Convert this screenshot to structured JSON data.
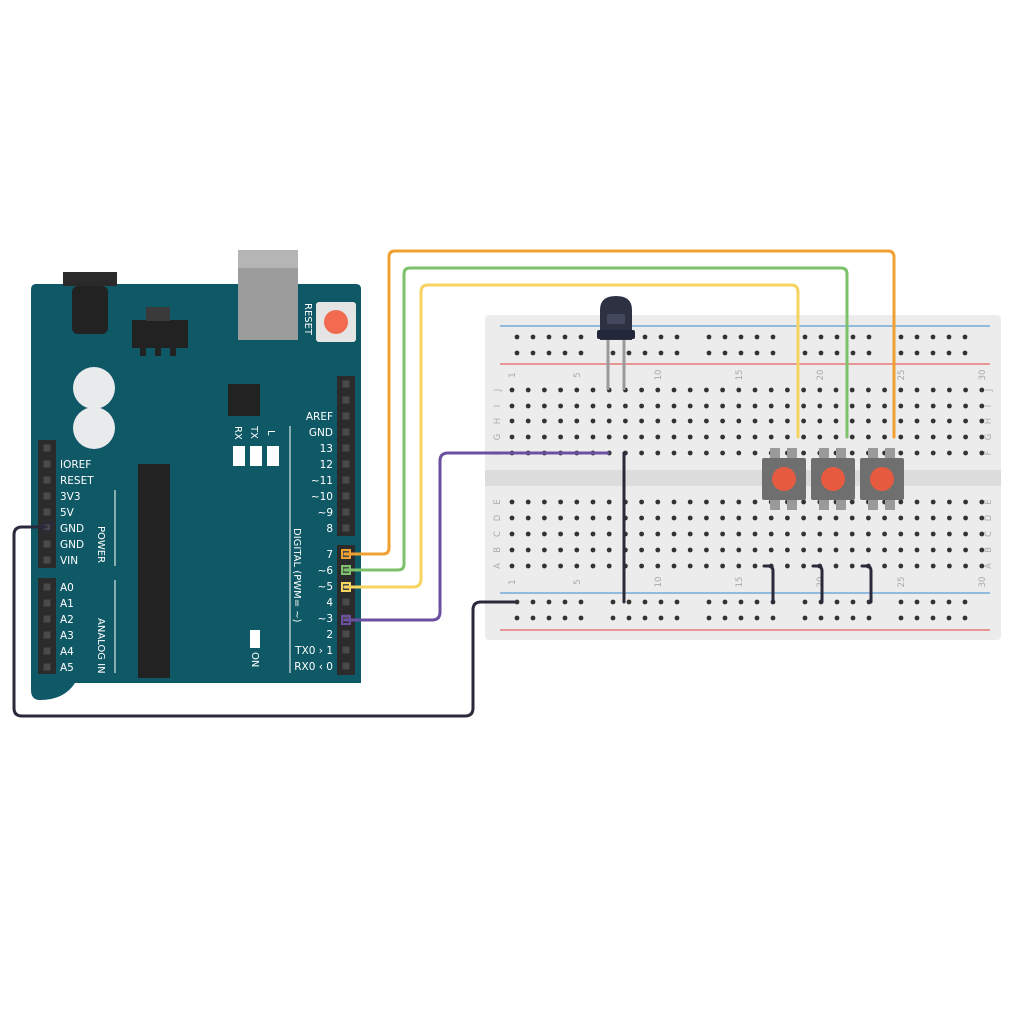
{
  "arduino": {
    "reset_label": "RESET",
    "led_labels": [
      "RX",
      "TX",
      "L"
    ],
    "on_label": "ON",
    "power_title": "POWER",
    "analog_title": "ANALOG IN",
    "digital_title": "DIGITAL (PWM= ~)",
    "power_pins": [
      "IOREF",
      "RESET",
      "3V3",
      "5V",
      "GND",
      "GND",
      "VIN"
    ],
    "analog_pins": [
      "A0",
      "A1",
      "A2",
      "A3",
      "A4",
      "A5"
    ],
    "digital_pins_top": [
      "AREF",
      "GND",
      "13",
      "12",
      "~11",
      "~10",
      "~9",
      "8"
    ],
    "digital_pins_bottom": [
      "7",
      "~6",
      "~5",
      "4",
      "~3",
      "2",
      "TX0 › 1",
      "RX0 ‹ 0"
    ]
  },
  "breadboard": {
    "row_letters_top": [
      "J",
      "I",
      "H",
      "G",
      "F"
    ],
    "row_letters_bottom": [
      "E",
      "D",
      "C",
      "B",
      "A"
    ],
    "column_numbers": [
      "1",
      "5",
      "10",
      "15",
      "20",
      "25",
      "30"
    ]
  },
  "wires": {
    "pin7": "#f0a030",
    "pin6": "#7dc26a",
    "pin5": "#f7d460",
    "pin3": "#6b4fa0",
    "gnd": "#2a2a3c"
  }
}
